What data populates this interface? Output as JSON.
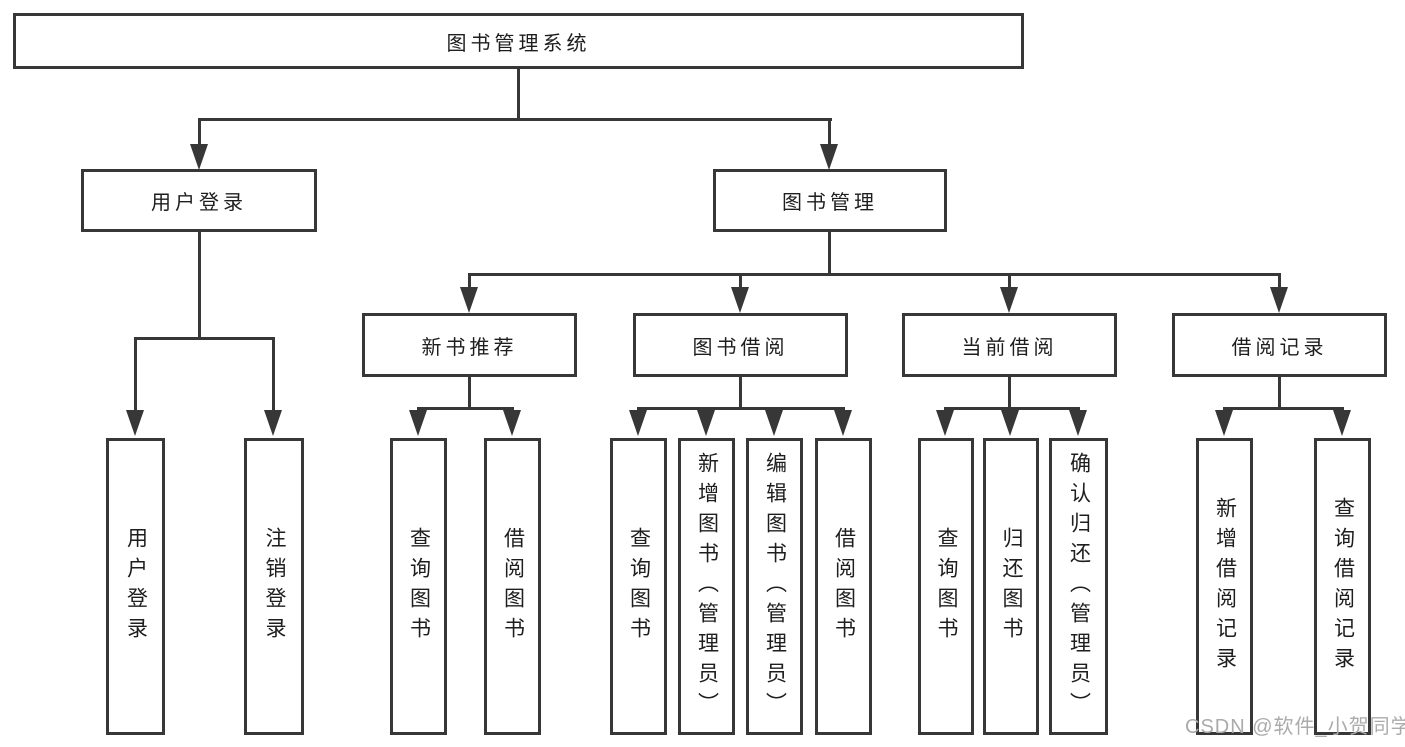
{
  "diagram": {
    "root": "图书管理系统",
    "level1": [
      "用户登录",
      "图书管理"
    ],
    "level2": [
      "新书推荐",
      "图书借阅",
      "当前借阅",
      "借阅记录"
    ],
    "leaves": {
      "login": [
        "用户登录",
        "注销登录"
      ],
      "recommend": [
        "查询图书",
        "借阅图书"
      ],
      "borrow": [
        "查询图书",
        "新增图书（管理员）",
        "编辑图书（管理员）",
        "借阅图书"
      ],
      "current": [
        "查询图书",
        "归还图书",
        "确认归还（管理员）"
      ],
      "records": [
        "新增借阅记录",
        "查询借阅记录"
      ]
    }
  },
  "watermark": "CSDN @软件_小贺同学",
  "colors": {
    "line": "#373737",
    "text": "#1e1e1e",
    "background": "#ffffff",
    "watermark": "#ababab"
  }
}
